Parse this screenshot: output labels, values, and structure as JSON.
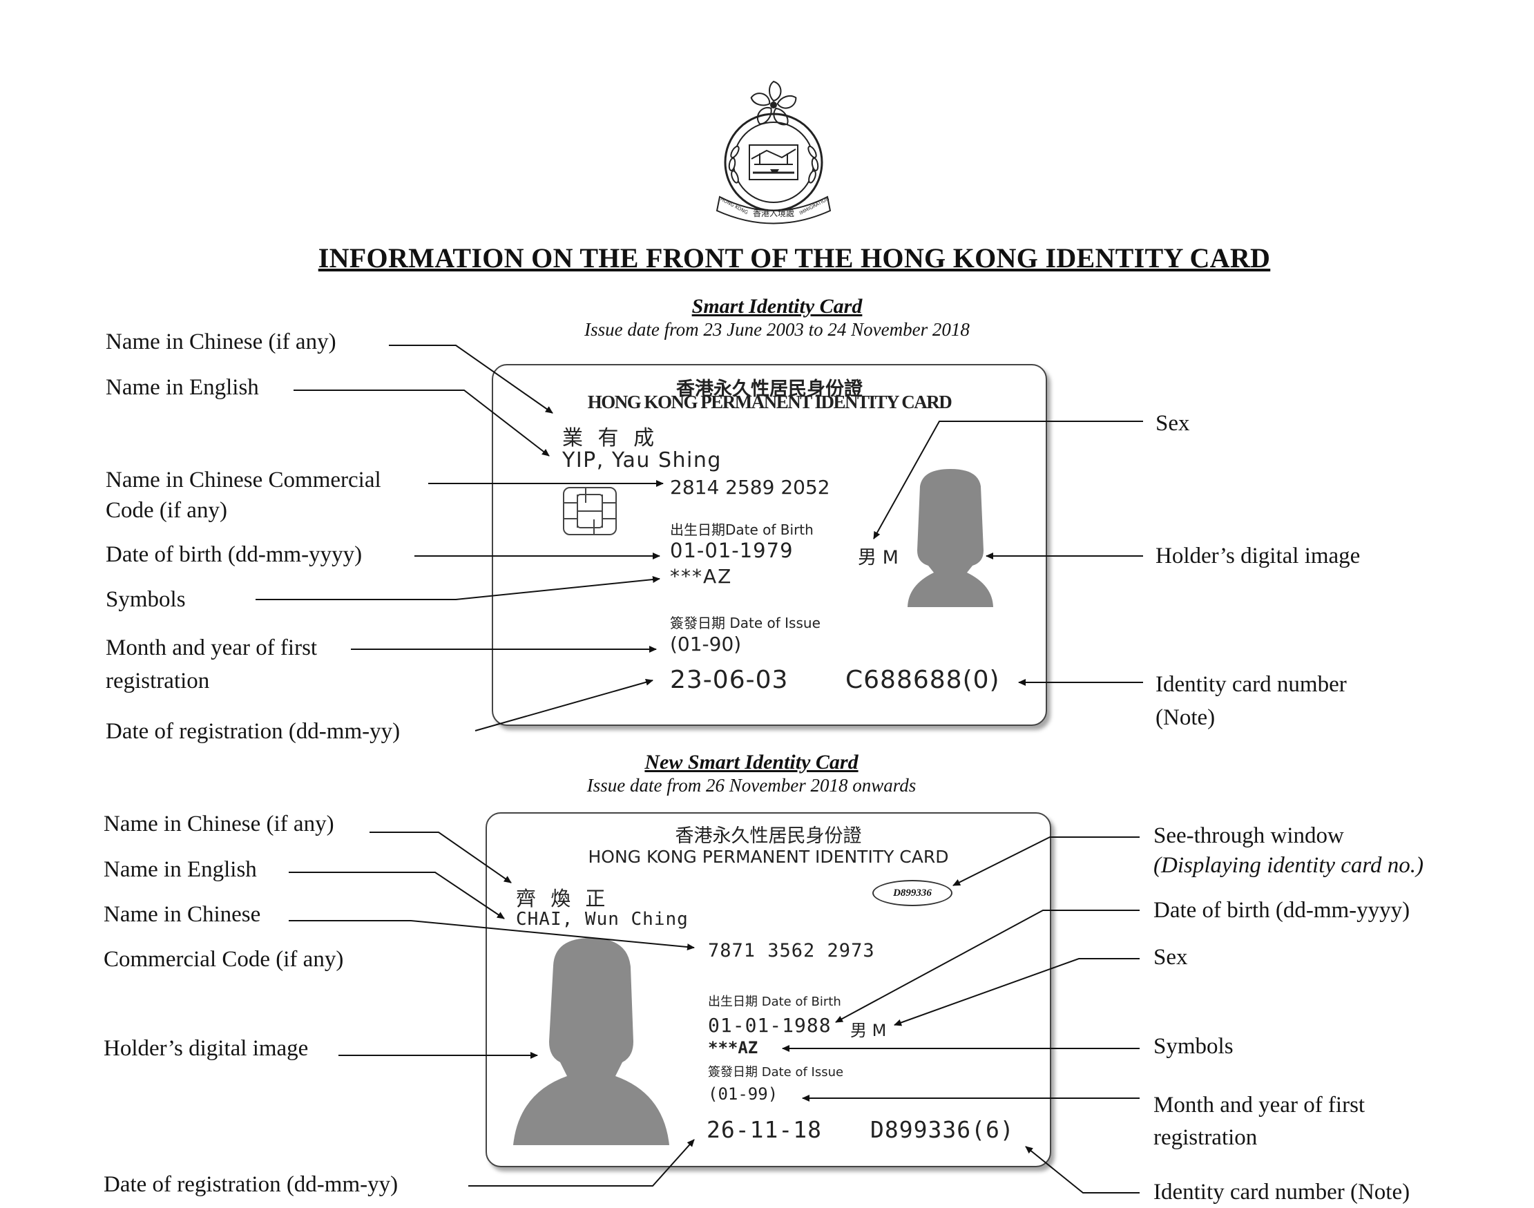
{
  "title": "INFORMATION ON THE FRONT OF THE HONG KONG IDENTITY CARD",
  "emblem": {
    "icon": "hk-immigration-emblem-icon",
    "text_left": "HONG KONG",
    "text_center": "香港入境處",
    "text_right": "IMMIGRATION"
  },
  "card1": {
    "heading": "Smart Identity Card",
    "subheading": "Issue date from 23 June 2003 to 24 November 2018",
    "header_cn": "香港永久性居民身份證",
    "header_en": "HONG KONG PERMANENT IDENTITY CARD",
    "name_cn": "業 有 成",
    "name_en": "YIP, Yau Shing",
    "ccc": "2814 2589 2052",
    "dob_label": "出生日期Date of Birth",
    "dob": "01-01-1979",
    "sex": "男 M",
    "symbols": "***AZ",
    "doi_label": "簽發日期 Date of Issue",
    "first_reg": "(01-90)",
    "reg_date": "23-06-03",
    "id_number": "C688688(0)"
  },
  "card2": {
    "heading": "New Smart Identity Card",
    "subheading": "Issue date from 26 November 2018 onwards",
    "header_cn": "香港永久性居民身份證",
    "header_en": "HONG KONG PERMANENT IDENTITY CARD",
    "window_number": "D899336",
    "name_cn": "齊 煥 正",
    "name_en": "CHAI, Wun Ching",
    "ccc": "7871 3562 2973",
    "dob_label": "出生日期 Date of Birth",
    "dob": "01-01-1988",
    "sex": "男 M",
    "symbols": "***AZ",
    "doi_label": "簽發日期 Date of Issue",
    "first_reg": "(01-99)",
    "reg_date": "26-11-18",
    "id_number": "D899336(6)"
  },
  "labels1": {
    "name_cn": "Name in Chinese (if any)",
    "name_en": "Name in English",
    "ccc_line1": "Name in Chinese Commercial",
    "ccc_line2": "Code (if any)",
    "dob": "Date of birth (dd-mm-yyyy)",
    "symbols": "Symbols",
    "first_reg_line1": "Month and year of first",
    "first_reg_line2": "registration",
    "reg_date": "Date of registration (dd-mm-yy)",
    "sex": "Sex",
    "image": "Holder’s digital image",
    "id_line1": "Identity card number",
    "id_line2": "(Note)"
  },
  "labels2": {
    "name_cn": "Name in Chinese (if any)",
    "name_en": "Name in English",
    "ccc_line1": "Name in Chinese",
    "ccc_line2": "Commercial Code (if any)",
    "image": "Holder’s digital image",
    "reg_date": "Date of registration (dd-mm-yy)",
    "window_line1": "See-through window",
    "window_line2": "(Displaying identity card no.)",
    "dob": "Date of birth (dd-mm-yyyy)",
    "sex": "Sex",
    "symbols": "Symbols",
    "first_reg_line1": "Month and year of first",
    "first_reg_line2": "registration",
    "id": "Identity card number (Note)"
  }
}
